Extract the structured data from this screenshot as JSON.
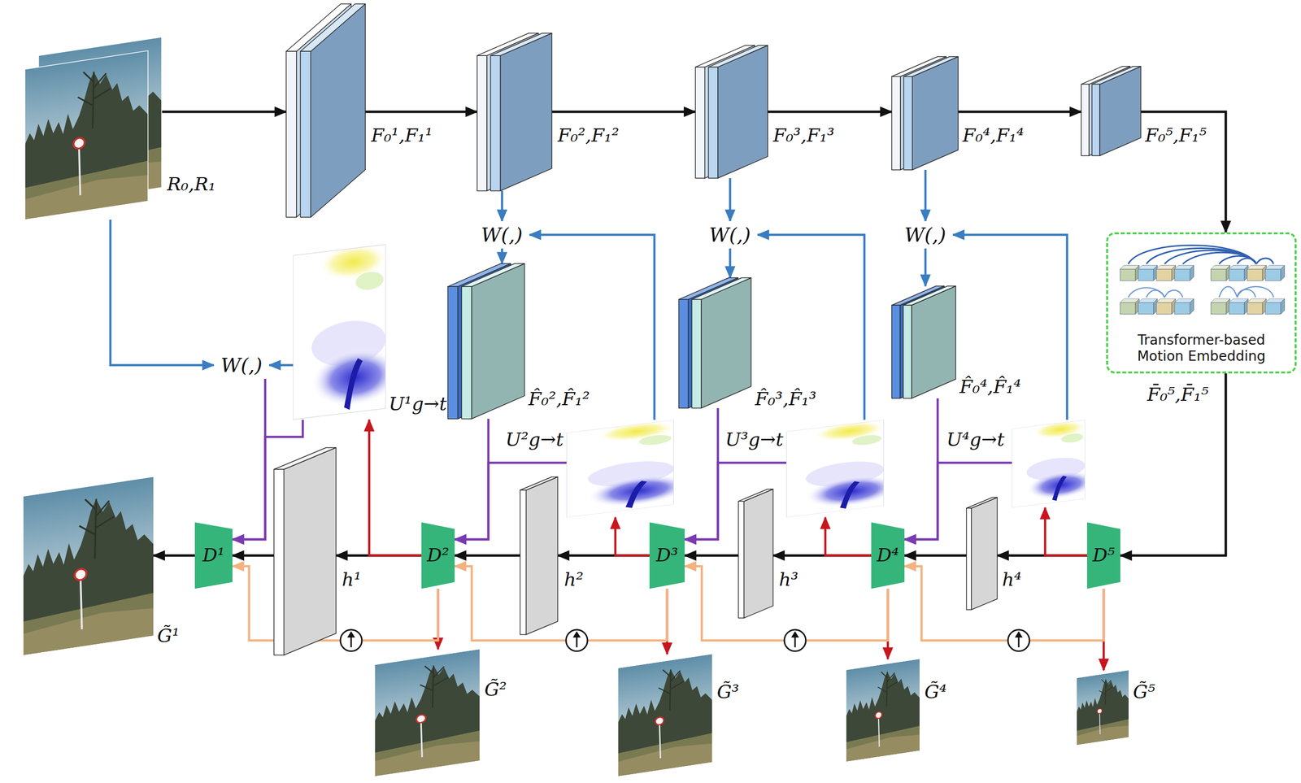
{
  "diagram": {
    "nodes": [
      {
        "text": [
          "R₀,R₁"
        ]
      },
      {
        "text": [
          "F₀¹,F₁¹"
        ]
      },
      {
        "text": [
          "F₀²,F₁²"
        ]
      },
      {
        "text": [
          "F₀³,F₁³"
        ]
      },
      {
        "text": [
          "F₀⁴,F₁⁴"
        ]
      },
      {
        "text": [
          "F₀⁵,F₁⁵"
        ]
      },
      {
        "text": [
          "Transformer-based Motion Embedding",
          "F̄₀⁵,F̄₁⁵"
        ]
      },
      {
        "text": [
          "W(,)"
        ]
      },
      {
        "text": [
          "W(,)"
        ]
      },
      {
        "text": [
          "W(,)"
        ]
      },
      {
        "text": [
          "F̂₀²,F̂₁²"
        ]
      },
      {
        "text": [
          "F̂₀³,F̂₁³"
        ]
      },
      {
        "text": [
          "F̂₀⁴,F̂₁⁴"
        ]
      },
      {
        "text": [
          "W(,)"
        ]
      },
      {
        "text": [
          "U¹g→t"
        ]
      },
      {
        "text": [
          "U²g→t"
        ]
      },
      {
        "text": [
          "U³g→t"
        ]
      },
      {
        "text": [
          "U⁴g→t"
        ]
      },
      {
        "text": [
          "D⁵"
        ]
      },
      {
        "text": [
          "h⁴"
        ]
      },
      {
        "text": [
          "D⁴"
        ]
      },
      {
        "text": [
          "h³"
        ]
      },
      {
        "text": [
          "D³"
        ]
      },
      {
        "text": [
          "h²"
        ]
      },
      {
        "text": [
          "D²"
        ]
      },
      {
        "text": [
          "h¹"
        ]
      },
      {
        "text": [
          "D¹"
        ]
      },
      {
        "text": [
          "G̃⁵"
        ]
      },
      {
        "text": [
          "G̃⁴"
        ]
      },
      {
        "text": [
          "G̃³"
        ]
      },
      {
        "text": [
          "G̃²"
        ]
      },
      {
        "text": [
          "G̃¹"
        ]
      }
    ],
    "edges": [
      {
        "from": 0,
        "to": 1,
        "arrow": "to"
      },
      {
        "from": 1,
        "to": 2,
        "arrow": "to"
      },
      {
        "from": 2,
        "to": 3,
        "arrow": "to"
      },
      {
        "from": 3,
        "to": 4,
        "arrow": "to"
      },
      {
        "from": 4,
        "to": 5,
        "arrow": "to"
      },
      {
        "from": 5,
        "to": 6,
        "arrow": "to"
      },
      {
        "from": 6,
        "to": 18,
        "arrow": "to"
      },
      {
        "from": 18,
        "to": 19,
        "arrow": "to"
      },
      {
        "from": 19,
        "to": 20,
        "arrow": "to"
      },
      {
        "from": 20,
        "to": 21,
        "arrow": "to"
      },
      {
        "from": 21,
        "to": 22,
        "arrow": "to"
      },
      {
        "from": 22,
        "to": 23,
        "arrow": "to"
      },
      {
        "from": 23,
        "to": 24,
        "arrow": "to"
      },
      {
        "from": 24,
        "to": 25,
        "arrow": "to"
      },
      {
        "from": 25,
        "to": 26,
        "arrow": "to"
      },
      {
        "from": 26,
        "to": 31,
        "arrow": "to"
      },
      {
        "from": 2,
        "to": 7,
        "arrow": "to"
      },
      {
        "from": 7,
        "to": 10,
        "arrow": "to"
      },
      {
        "from": 3,
        "to": 8,
        "arrow": "to"
      },
      {
        "from": 8,
        "to": 11,
        "arrow": "to"
      },
      {
        "from": 4,
        "to": 9,
        "arrow": "to"
      },
      {
        "from": 9,
        "to": 12,
        "arrow": "to"
      },
      {
        "from": 15,
        "to": 7,
        "arrow": "to"
      },
      {
        "from": 16,
        "to": 8,
        "arrow": "to"
      },
      {
        "from": 17,
        "to": 9,
        "arrow": "to"
      },
      {
        "from": 0,
        "to": 13,
        "arrow": "to"
      },
      {
        "from": 14,
        "to": 13,
        "arrow": "to"
      },
      {
        "from": 13,
        "to": 26,
        "arrow": "to"
      },
      {
        "from": 14,
        "to": 26,
        "arrow": "to"
      },
      {
        "from": 10,
        "to": 24,
        "arrow": "to"
      },
      {
        "from": 15,
        "to": 24,
        "arrow": "to"
      },
      {
        "from": 11,
        "to": 22,
        "arrow": "to"
      },
      {
        "from": 16,
        "to": 22,
        "arrow": "to"
      },
      {
        "from": 12,
        "to": 20,
        "arrow": "to"
      },
      {
        "from": 17,
        "to": 20,
        "arrow": "to"
      },
      {
        "from": 18,
        "to": 17,
        "arrow": "to"
      },
      {
        "from": 18,
        "to": 27,
        "arrow": "to"
      },
      {
        "from": 20,
        "to": 16,
        "arrow": "to"
      },
      {
        "from": 20,
        "to": 28,
        "arrow": "to"
      },
      {
        "from": 22,
        "to": 15,
        "arrow": "to"
      },
      {
        "from": 22,
        "to": 29,
        "arrow": "to"
      },
      {
        "from": 24,
        "to": 14,
        "arrow": "to"
      },
      {
        "from": 24,
        "to": 30,
        "arrow": "to"
      },
      {
        "from": 18,
        "to": 20,
        "arrow": "to"
      },
      {
        "from": 20,
        "to": 22,
        "arrow": "to"
      },
      {
        "from": 22,
        "to": 24,
        "arrow": "to"
      },
      {
        "from": 24,
        "to": 26,
        "arrow": "to"
      }
    ]
  }
}
